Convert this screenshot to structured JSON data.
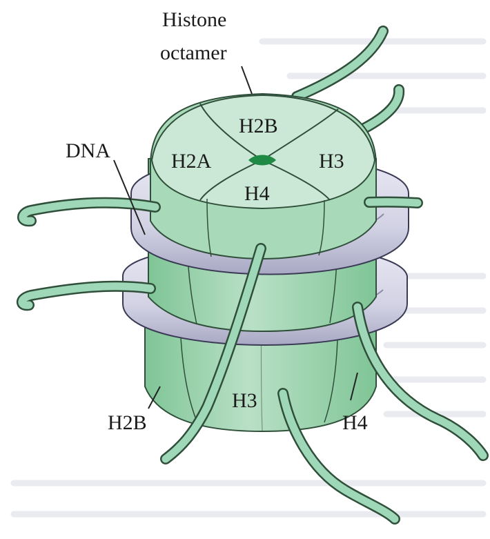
{
  "labels": {
    "histone_line1": "Histone",
    "histone_line2": "octamer",
    "dna": "DNA",
    "h2b_bottom": "H2B",
    "h4_bottom": "H4"
  },
  "core": {
    "top_h2b": "H2B",
    "top_h2a": "H2A",
    "top_h3": "H3",
    "top_h4": "H4",
    "bottom_h3": "H3"
  },
  "colors": {
    "histone_light": "#cfe8d8",
    "histone_mid": "#9fd4b2",
    "histone_dark": "#7ec596",
    "histone_outline": "#2f4f3a",
    "dna_fill": "#d9d9ea",
    "dna_shadow": "#b9b8d0",
    "tail": "#9fd8b8",
    "center_dark": "#1f8a43",
    "background_text": "#e5e7ee"
  }
}
